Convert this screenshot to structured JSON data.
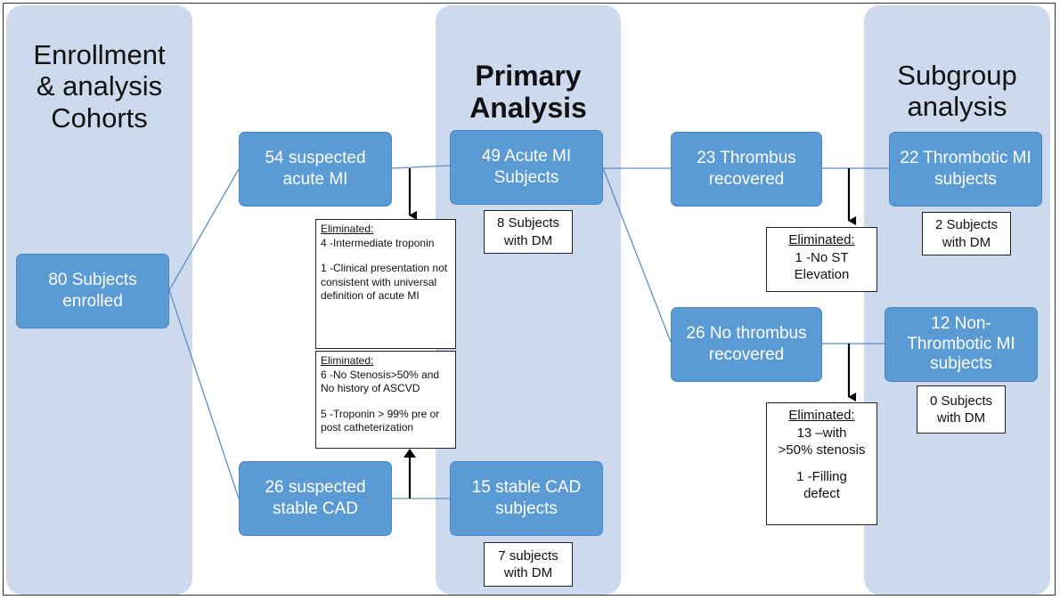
{
  "columns": {
    "enrollment": "Enrollment\n& analysis\nCohorts",
    "primary": "Primary\nAnalysis",
    "subgroup": "Subgroup\nanalysis"
  },
  "boxes": {
    "enrolled": "80 Subjects\nenrolled",
    "suspected_mi": "54 suspected\nacute MI",
    "suspected_cad": "26 suspected\nstable CAD",
    "acute_mi": "49 Acute MI\nSubjects",
    "stable_cad": "15 stable CAD\nsubjects",
    "thrombus": "23 Thrombus\nrecovered",
    "no_thrombus": "26 No thrombus\nrecovered",
    "thrombotic": "22 Thrombotic MI\nsubjects",
    "non_thrombotic": "12 Non-\nThrombotic MI\nsubjects"
  },
  "notes": {
    "acute_mi_dm": "8 Subjects\nwith DM",
    "stable_cad_dm": "7 subjects\nwith DM",
    "thrombotic_dm": "2 Subjects\nwith DM",
    "non_thrombotic_dm": "0 Subjects\nwith DM"
  },
  "eliminated": {
    "heading": "Eliminated:",
    "mi": [
      "4 -Intermediate troponin",
      "1 -Clinical presentation not consistent with universal definition of acute MI"
    ],
    "cad": [
      "6 -No Stenosis>50% and No history of ASCVD",
      "5 -Troponin > 99% pre or post catheterization"
    ],
    "thrombus": [
      "1 -No ST\nElevation"
    ],
    "no_thrombus": [
      "13 –with\n>50% stenosis",
      "1 -Filling\ndefect"
    ]
  }
}
